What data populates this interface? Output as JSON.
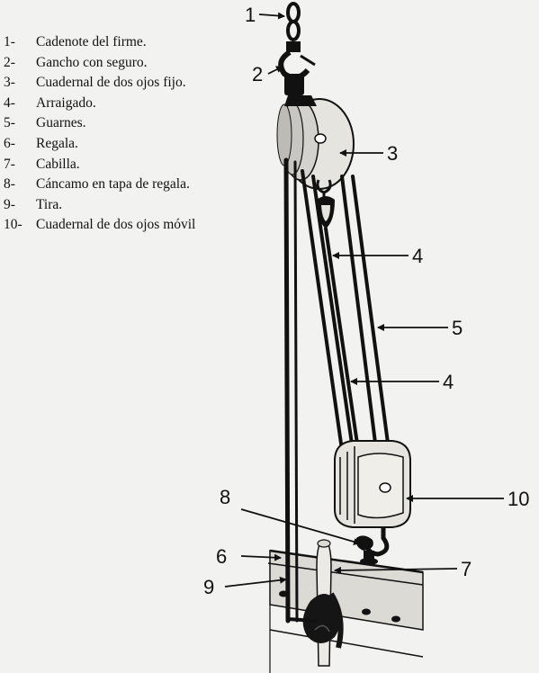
{
  "legend": [
    {
      "number": "1-",
      "label": "Cadenote del firme."
    },
    {
      "number": "2-",
      "label": "Gancho con seguro."
    },
    {
      "number": "3-",
      "label": "Cuadernal de dos ojos fijo."
    },
    {
      "number": "4-",
      "label": "Arraigado."
    },
    {
      "number": "5-",
      "label": "Guarnes."
    },
    {
      "number": "6-",
      "label": "Regala."
    },
    {
      "number": "7-",
      "label": "Cabilla."
    },
    {
      "number": "8-",
      "label": "Cáncamo en tapa de regala."
    },
    {
      "number": "9-",
      "label": "Tira."
    },
    {
      "number": "10-",
      "label": "Cuadernal de dos ojos móvil"
    }
  ],
  "callouts": {
    "c1": "1",
    "c2": "2",
    "c3": "3",
    "c4a": "4",
    "c5": "5",
    "c4b": "4",
    "c10": "10",
    "c8": "8",
    "c6": "6",
    "c7": "7",
    "c9": "9"
  },
  "colors": {
    "ink": "#111111",
    "paper": "#f2f2f0",
    "wood": "#e6e4df"
  }
}
